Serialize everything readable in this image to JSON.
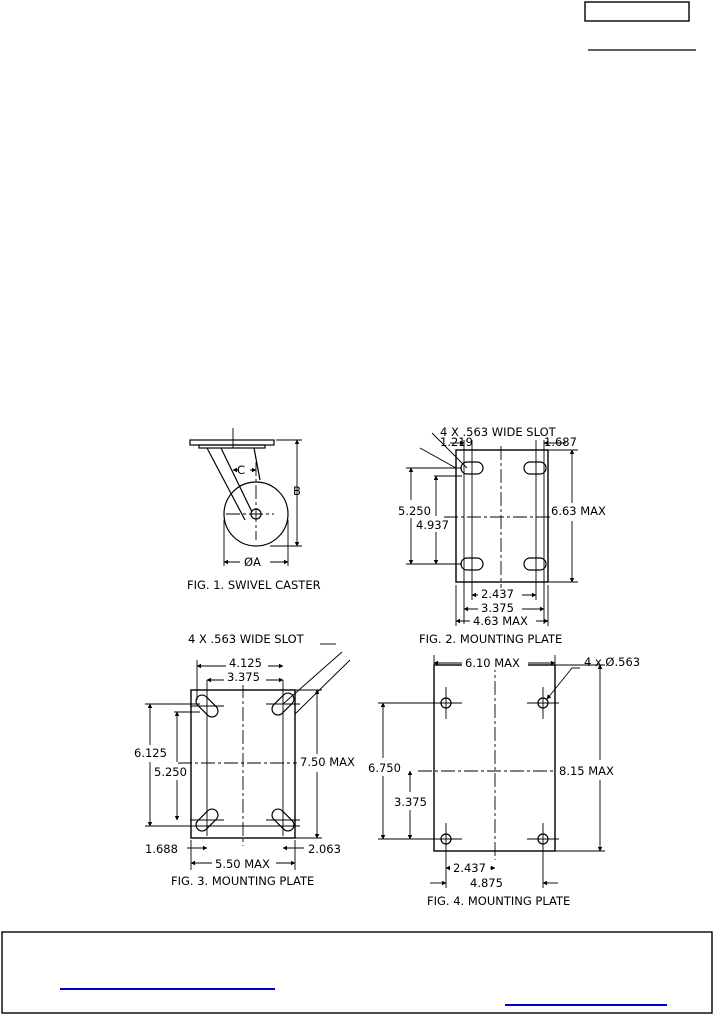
{
  "fig1": {
    "caption": "FIG. 1.   SWIVEL CASTER",
    "dim_b": "B",
    "dim_c": "C",
    "dim_a": "ØA"
  },
  "fig2": {
    "caption": "FIG. 2.     MOUNTING PLATE",
    "slot": "4 X .563 WIDE SLOT",
    "d1219": "1.219",
    "d1687": "1.687",
    "d5250": "5.250",
    "d4937": "4.937",
    "d663": "6.63 MAX",
    "d2437": "2.437",
    "d3375": "3.375",
    "d463": "4.63 MAX"
  },
  "fig3": {
    "caption": "FIG. 3.   MOUNTING PLATE",
    "slot": "4 X .563 WIDE SLOT",
    "d4125": "4.125",
    "d3375": "3.375",
    "d6125": "6.125",
    "d5250": "5.250",
    "d750": "7.50 MAX",
    "d1688": "1.688",
    "d550": "5.50 MAX",
    "d2063": "2.063"
  },
  "fig4": {
    "caption": "FIG. 4.   MOUNTING PLATE",
    "holes": "4 x Ø.563",
    "d610": "6.10 MAX",
    "d6750": "6.750",
    "d815": "8.15 MAX",
    "d3375": "3.375",
    "d2437": "2.437",
    "d4875": "4.875"
  }
}
